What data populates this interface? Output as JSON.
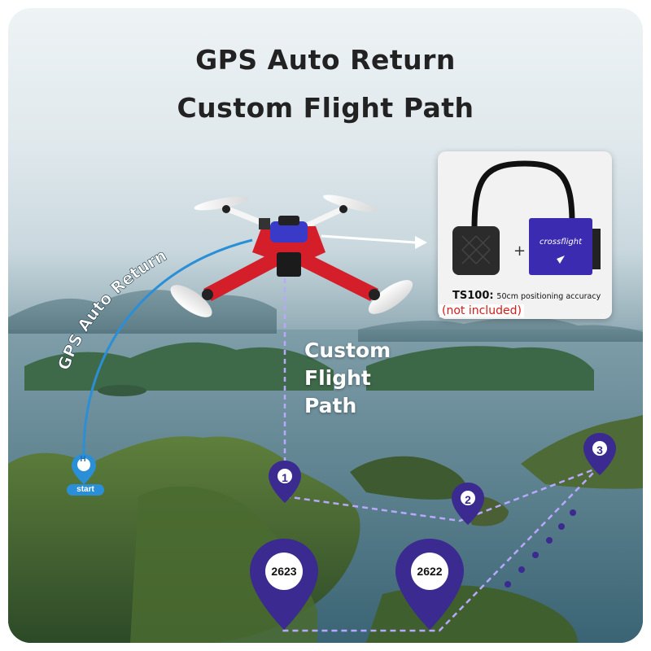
{
  "title": {
    "line1": "GPS Auto Return",
    "line2": "Custom Flight Path"
  },
  "gps_auto_return_label": "GPS Auto Return",
  "custom_flight_path_label": [
    "Custom",
    "Flight",
    "Path"
  ],
  "start_marker": {
    "letter": "H",
    "label": "start"
  },
  "waypoints": [
    "1",
    "2",
    "3"
  ],
  "location_markers": [
    "2623",
    "2622"
  ],
  "inset": {
    "model": "TS100",
    "separator": ":",
    "spec": "50cm positioning accuracy",
    "note": "(not included)",
    "plus": "+",
    "fc_brand": "crossflight"
  },
  "colors": {
    "marker_purple": "#3b2a8f",
    "path_lavender": "#b8a8ff",
    "gps_arc_blue": "#2a8fd6",
    "frame_red": "#d41f2a",
    "note_red": "#d0201b"
  }
}
